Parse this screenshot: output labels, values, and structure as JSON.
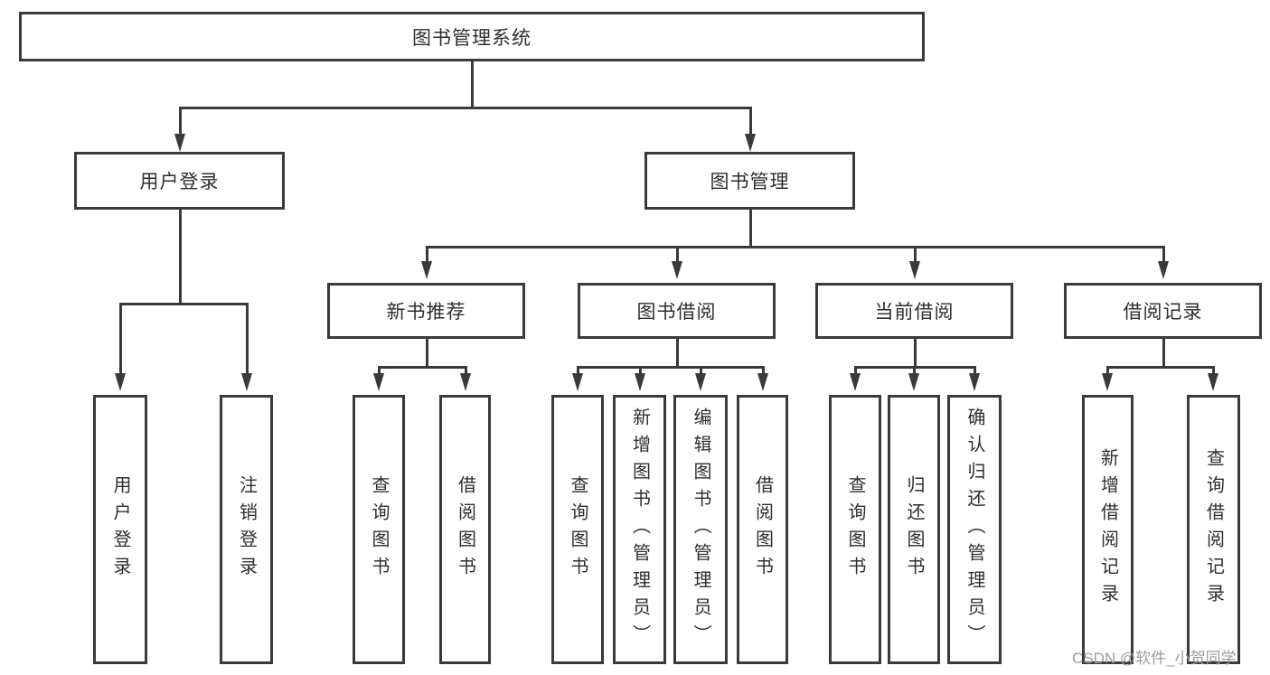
{
  "diagram": {
    "type": "hierarchy",
    "nodes": {
      "root": {
        "label": "图书管理系统"
      },
      "login": {
        "label": "用户登录"
      },
      "manage": {
        "label": "图书管理"
      },
      "login_children": [
        {
          "label": "用户登录"
        },
        {
          "label": "注销登录"
        }
      ],
      "manage_children": [
        {
          "label": "新书推荐"
        },
        {
          "label": "图书借阅"
        },
        {
          "label": "当前借阅"
        },
        {
          "label": "借阅记录"
        }
      ],
      "newbook_children": [
        {
          "label": "查询图书"
        },
        {
          "label": "借阅图书"
        }
      ],
      "borrow_children": [
        {
          "label": "查询图书"
        },
        {
          "label": "新增图书（管理员）"
        },
        {
          "label": "编辑图书（管理员）"
        },
        {
          "label": "借阅图书"
        }
      ],
      "current_children": [
        {
          "label": "查询图书"
        },
        {
          "label": "归还图书"
        },
        {
          "label": "确认归还（管理员）"
        }
      ],
      "record_children": [
        {
          "label": "新增借阅记录"
        },
        {
          "label": "查询借阅记录"
        }
      ]
    },
    "watermark": "CSDN @软件_小贺同学",
    "colors": {
      "line": "#3a3a3a",
      "text": "#2e2e2e",
      "watermark": "#9b9b9b",
      "background": "#ffffff"
    }
  }
}
